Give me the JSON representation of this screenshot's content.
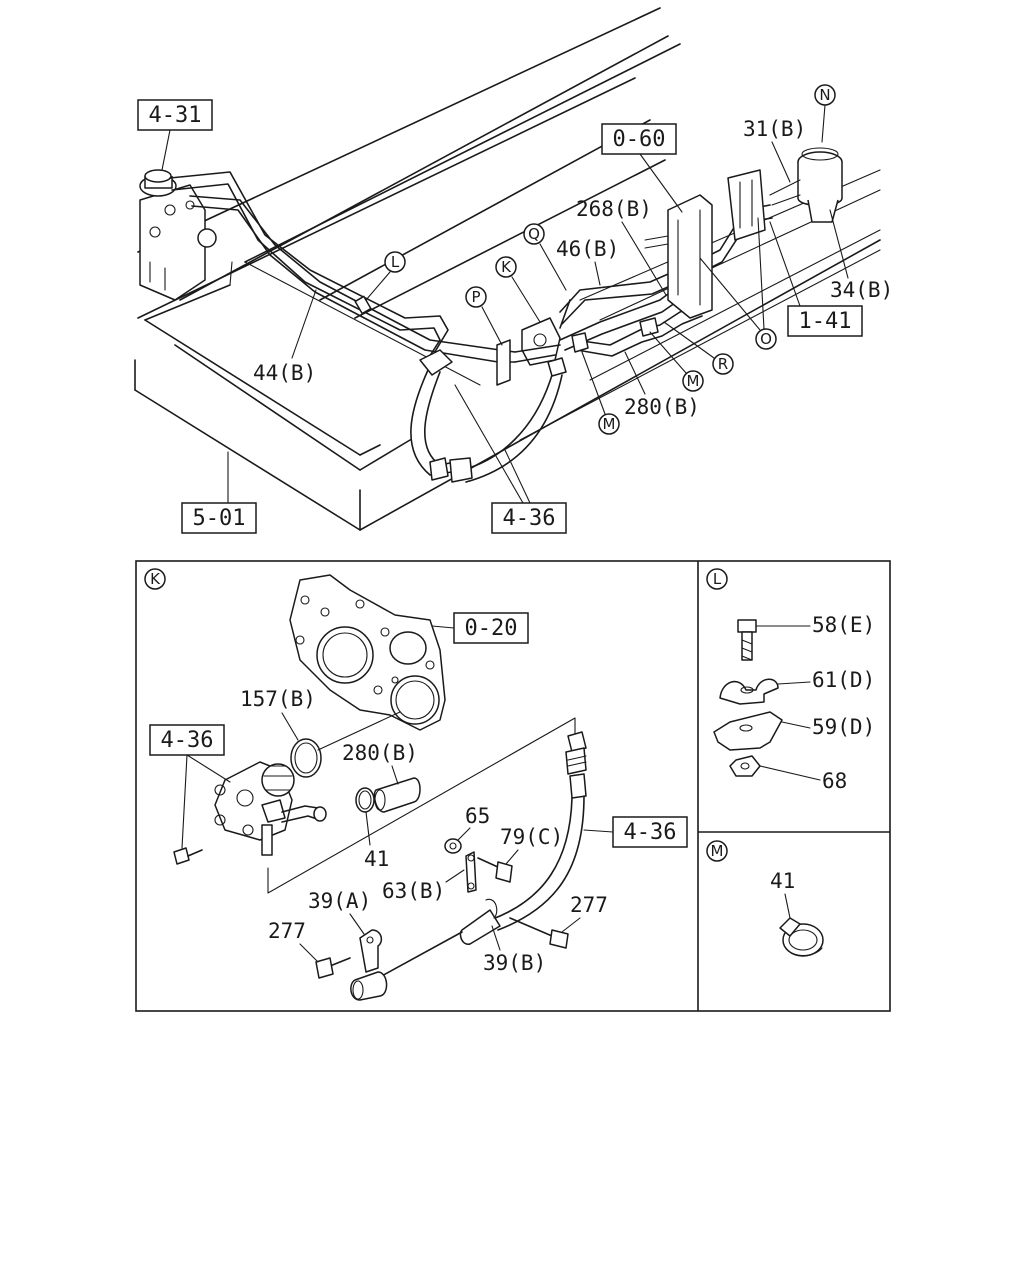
{
  "ref_boxes": {
    "r431": "4-31",
    "r060": "0-60",
    "r141": "1-41",
    "r501": "5-01",
    "r436_top": "4-36",
    "r020": "0-20",
    "r436_k_left": "4-36",
    "r436_k_right": "4-36"
  },
  "circle_letters": {
    "N": "N",
    "L": "L",
    "Q": "Q",
    "K": "K",
    "P": "P",
    "O": "O",
    "R": "R",
    "M1": "M",
    "M2": "M",
    "panel_K": "K",
    "panel_L": "L",
    "panel_M": "M"
  },
  "part_labels": {
    "p31b": "31(B)",
    "p268b": "268(B)",
    "p46b": "46(B)",
    "p34b": "34(B)",
    "p44b": "44(B)",
    "p280b_top": "280(B)",
    "p157b": "157(B)",
    "p280b_k": "280(B)",
    "p41_k": "41",
    "p65": "65",
    "p79c": "79(C)",
    "p63b": "63(B)",
    "p39a": "39(A)",
    "p277_left": "277",
    "p277_right": "277",
    "p39b": "39(B)",
    "p58e": "58(E)",
    "p61d": "61(D)",
    "p59d": "59(D)",
    "p68": "68",
    "p41_m": "41"
  }
}
